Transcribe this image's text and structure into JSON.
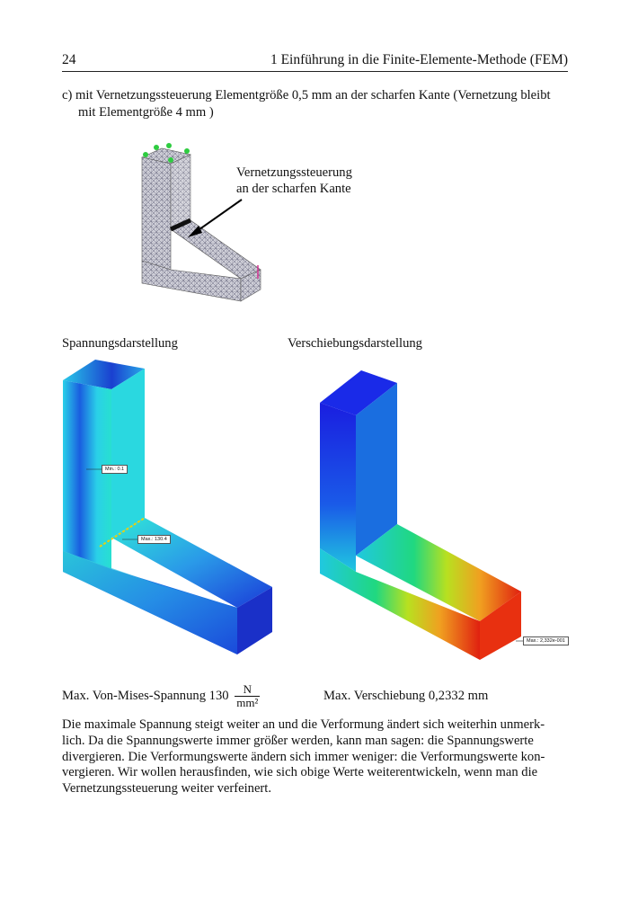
{
  "header": {
    "page_number": "24",
    "chapter_title": "1  Einführung in die Finite-Elemente-Methode (FEM)"
  },
  "intro": {
    "line1": "c)  mit Vernetzungssteuerung Elementgröße  0,5 mm  an der scharfen Kante (Vernetzung bleibt",
    "line2": "mit Elementgröße  4 mm )"
  },
  "mesh_figure": {
    "annotation_line1": "Vernetzungssteuerung",
    "annotation_line2": "an der scharfen Kante"
  },
  "stress_figure": {
    "caption": "Spannungsdarstellung",
    "min_label": "Min.:",
    "min_value": "0.1",
    "max_label": "Max.:",
    "max_value": "130.4"
  },
  "displacement_figure": {
    "caption": "Verschiebungsdarstellung",
    "max_label": "Max.:",
    "max_value": "2,332e-001"
  },
  "results": {
    "stress_prefix": "Max. Von-Mises-Spannung  130",
    "stress_unit_num": "N",
    "stress_unit_den": "mm²",
    "displacement_text": "Max. Verschiebung  0,2332 mm"
  },
  "body_text": {
    "line1": "Die maximale Spannung steigt weiter an und die Verformung ändert sich weiterhin unmerk-",
    "line2": "lich. Da die Spannungswerte immer größer werden, kann man sagen: die Spannungswerte",
    "line3": "divergieren. Die Verformungswerte ändern sich immer weniger: die Verformungswerte kon-",
    "line4": "vergieren. Wir wollen herausfinden, wie sich obige Werte weiterentwickeln, wenn man die",
    "line5": "Vernetzungssteuerung weiter verfeinert."
  },
  "colors": {
    "stress_low": "#1f3fd6",
    "stress_mid": "#1fd6e0",
    "disp_low": "#1f2fe0",
    "disp_high": "#e02010",
    "mesh_gray": "#c8c8d0"
  }
}
